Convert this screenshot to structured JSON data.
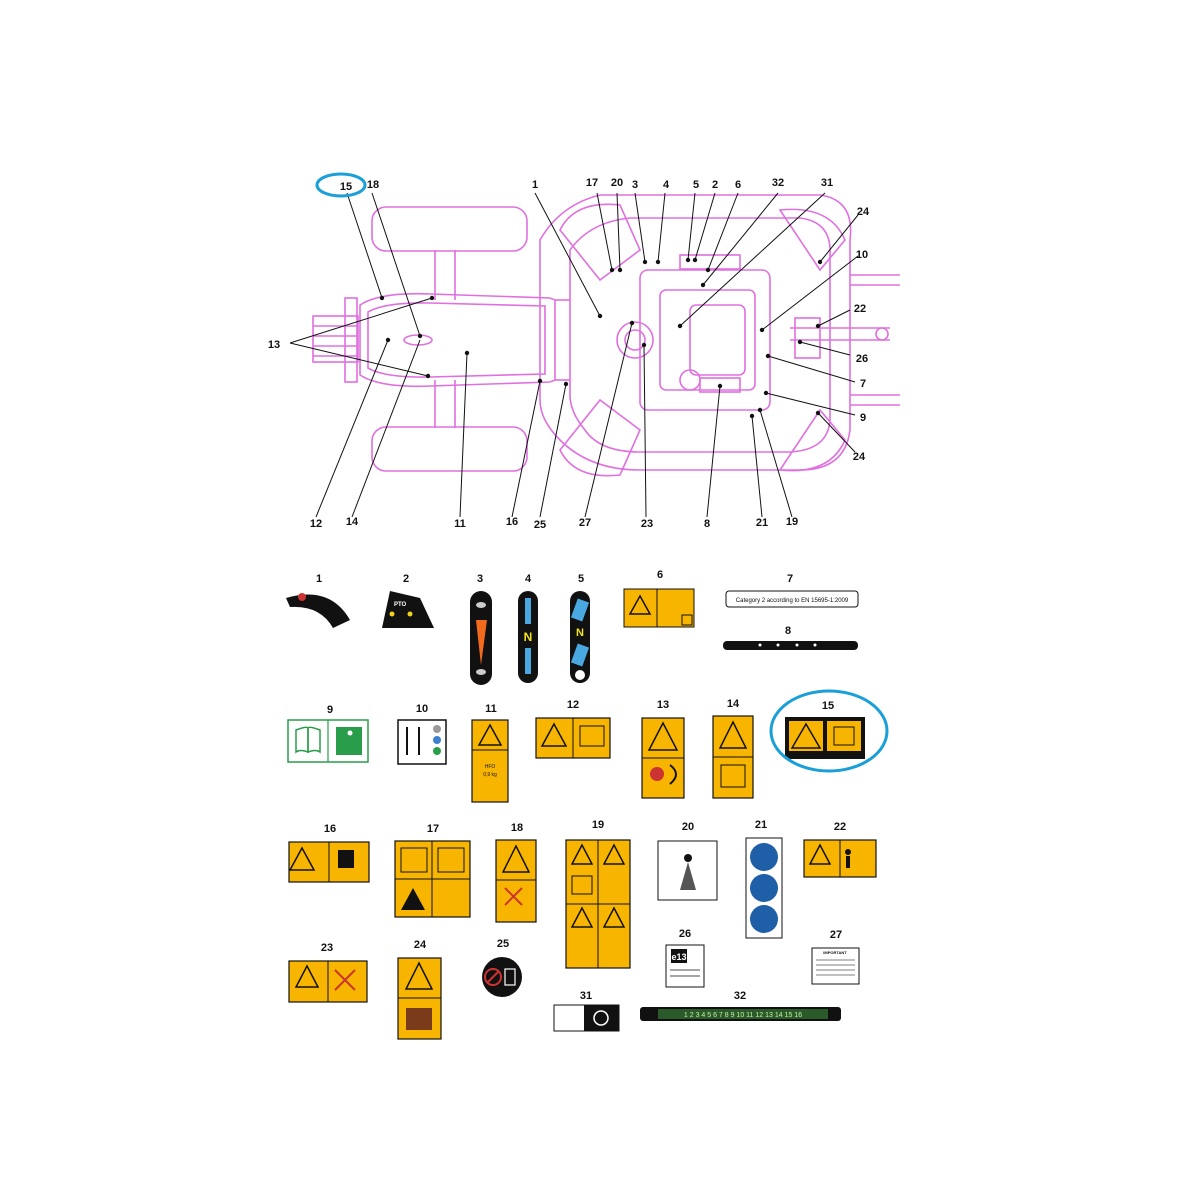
{
  "diagram": {
    "callouts": [
      "15",
      "18",
      "1",
      "17",
      "20",
      "3",
      "4",
      "5",
      "2",
      "6",
      "32",
      "31",
      "24",
      "10",
      "22",
      "26",
      "7",
      "9",
      "24",
      "13",
      "12",
      "14",
      "11",
      "16",
      "25",
      "27",
      "23",
      "8",
      "21",
      "19"
    ],
    "decals": {
      "1": "1",
      "2": "2",
      "3": "3",
      "4": "4",
      "5": "5",
      "6": "6",
      "7": "7",
      "8": "8",
      "9": "9",
      "10": "10",
      "11": "11",
      "12": "12",
      "13": "13",
      "14": "14",
      "15": "15",
      "16": "16",
      "17": "17",
      "18": "18",
      "19": "19",
      "20": "20",
      "21": "21",
      "22": "22",
      "23": "23",
      "24": "24",
      "25": "25",
      "26": "26",
      "27": "27",
      "31": "31",
      "32": "32"
    },
    "decal_text": {
      "pto": "PTO",
      "neutral": "N",
      "category_label": "Category 2 according to EN 15695-1:2009",
      "homologation": "e13",
      "important": "IMPORTANT",
      "scale": "1 2 3 4 5 6 7 8 9 10 11 12 13 14 15 16"
    },
    "highlight_color": "#1a9fd8",
    "tractor_color": "#e070e0",
    "warning_color": "#f7b500"
  }
}
